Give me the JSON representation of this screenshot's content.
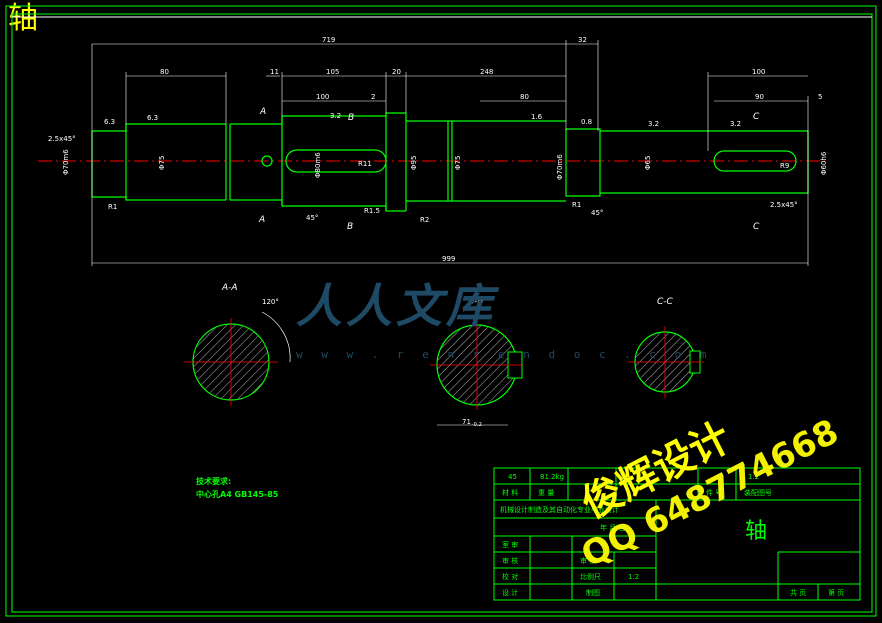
{
  "corner_title": "轴",
  "dims": {
    "total_top": "719",
    "end_top": "32",
    "d80_left": "80",
    "d11": "11",
    "d105": "105",
    "d20": "20",
    "d248": "248",
    "d100_mid": "100",
    "d2": "2",
    "d80_mid": "80",
    "d100_right": "100",
    "d90": "90",
    "d5": "5",
    "overall": "999",
    "dia_left": "Φ70m6",
    "dia75a": "Φ75",
    "dia80": "Φ80m6",
    "dia95": "Φ95",
    "dia75b": "Φ75",
    "dia70b": "Φ70m6",
    "dia65": "Φ65",
    "dia60": "Φ60h6",
    "chamfer_left": "2.5x45°",
    "chamfer_right": "2.5x45°",
    "r1a": "R1",
    "r11": "R11",
    "r15": "R1.5",
    "r2": "R2",
    "r1b": "R1",
    "r9": "R9",
    "angle45a": "45°",
    "angle45b": "45°",
    "sec_a": "A",
    "sec_b": "B",
    "sec_c": "C",
    "rough_a": "6.3",
    "rough_b": "3.2",
    "rough_c": "1.6",
    "rough_d": "0.8"
  },
  "sections": {
    "aa_title": "A-A",
    "aa_angle": "120°",
    "bb_title": "B-B",
    "bb_w": "71",
    "bb_w_tol": "-0.2",
    "cc_title": "C-C"
  },
  "tech": {
    "heading": "技术要求:",
    "line1": "中心孔A4 GB145-85"
  },
  "title_block": {
    "c1": "45",
    "c2": "81.2kg",
    "c3": "1:2",
    "r2_1": "材 料",
    "r2_2": "重 量",
    "r2_3": "件 号",
    "r2_4": "装配图号",
    "school": "机械设计制造及其自动化专业毕业设计",
    "date_hdr": "年 月 日",
    "part_name": "轴",
    "rows": [
      "室 审",
      "审 核",
      "校 对",
      "审 核",
      "设 计"
    ],
    "scale_lbl": "比例尺",
    "scale_val": "1:2",
    "draw_lbl": "制图",
    "sheet_total": "共 页",
    "sheet_no": "第 页"
  },
  "watermark": {
    "logo": "人人文库",
    "url": "w w w . r e n r e n d o c . c o m",
    "cn": "俊辉设计",
    "qq": "QQ 648774668"
  },
  "colors": {
    "green": "#00ff00",
    "white": "#ffffff",
    "red": "#ff0000",
    "yellow": "#ffff00",
    "cyan": "#00ffff",
    "magenta": "#ff00ff"
  }
}
